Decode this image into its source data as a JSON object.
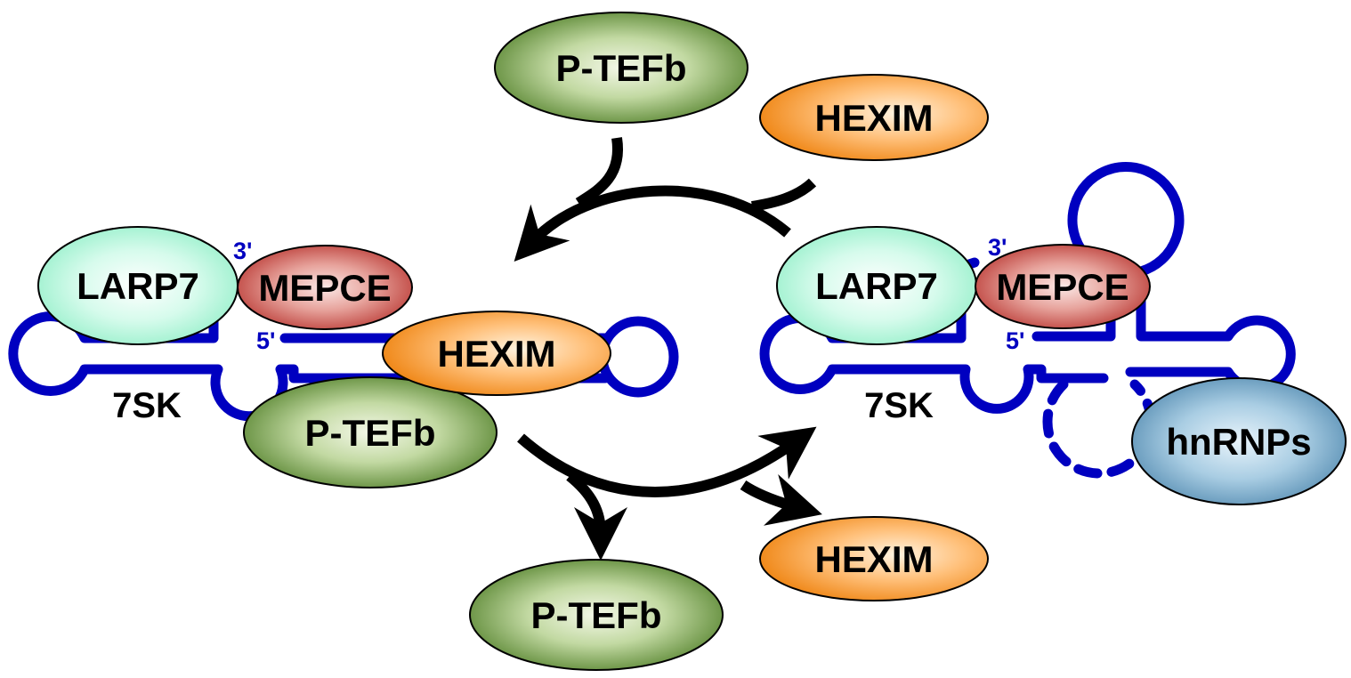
{
  "colors": {
    "rna": "#0000c0",
    "ptefb": "#4a7a22",
    "hexim": "#f08a1c",
    "larp7": "#9ef2cf",
    "mepce": "#b6312c",
    "hnrnps": "#4d86ad",
    "arrow": "#000000"
  },
  "top": {
    "ptefb": "P-TEFb",
    "hexim": "HEXIM"
  },
  "left_complex": {
    "larp7": "LARP7",
    "mepce": "MEPCE",
    "hexim": "HEXIM",
    "ptefb": "P-TEFb",
    "rna_label": "7SK",
    "end3": "3'",
    "end5": "5'"
  },
  "right_complex": {
    "larp7": "LARP7",
    "mepce": "MEPCE",
    "hnrnps": "hnRNPs",
    "rna_label": "7SK",
    "end3": "3'",
    "end5": "5'"
  },
  "bottom": {
    "ptefb": "P-TEFb",
    "hexim": "HEXIM"
  }
}
